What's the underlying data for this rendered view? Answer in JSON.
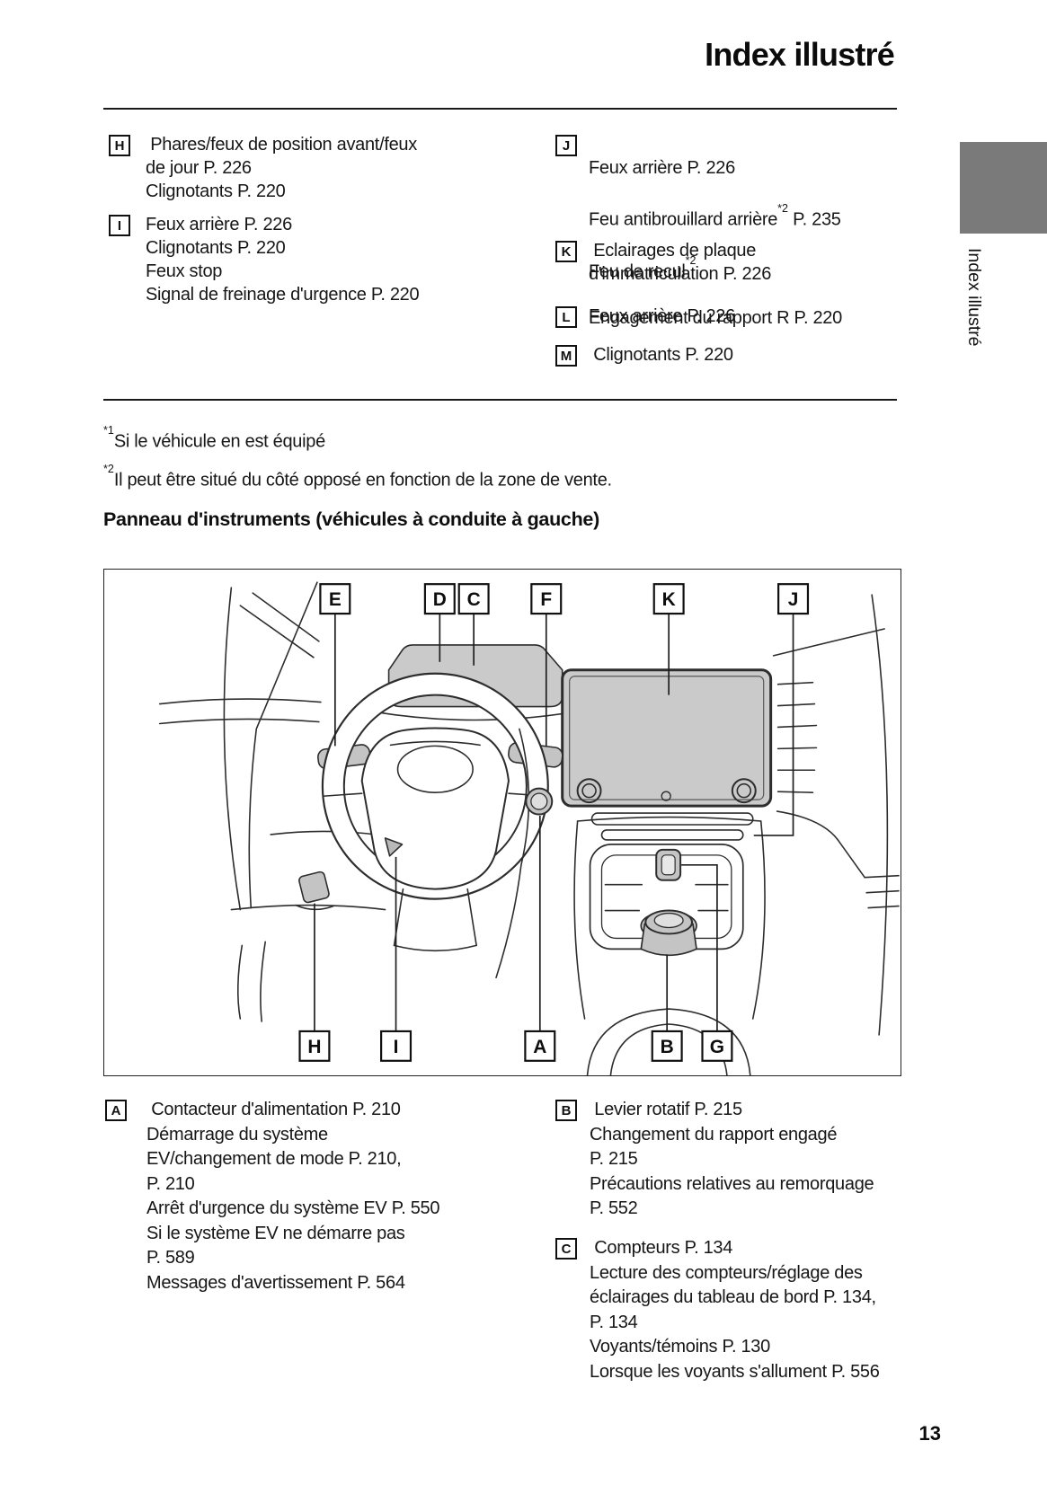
{
  "page": {
    "title": "Index illustré",
    "side_tab_label": "Index illustré",
    "page_number": "13",
    "section_heading": "Panneau d'instruments (véhicules à conduite à gauche)",
    "tab_gray": "#7a7a7a",
    "diagram_fill_gray": "#cacaca"
  },
  "footnotes": [
    {
      "sup": "*1",
      "text": "Si le véhicule en est équipé"
    },
    {
      "sup": "*2",
      "text": "Il peut être situé du côté opposé en fonction de la zone de vente."
    }
  ],
  "legend_top": {
    "h_item": {
      "letter": "H",
      "lines": [
        " Phares/feux de position avant/feux",
        "de jour P. 226",
        "Clignotants P. 220"
      ]
    },
    "i_item": {
      "letter": "I",
      "lines": [
        "Feux arrière P. 226",
        "Clignotants P. 220",
        "Feux stop",
        "Signal de freinage d'urgence P. 220"
      ]
    },
    "j_item": {
      "letter": "J",
      "line1": "Feux arrière P. 226",
      "line2_pre": "Feu antibrouillard arrière",
      "line2_sup": "*2",
      "line2_post": " P. 235",
      "line3_pre": "Feu de recul",
      "line3_sup": "*2",
      "line4": "Engagement du rapport R P. 220"
    },
    "k_item": {
      "letter": "K",
      "lines": [
        " Eclairages de plaque",
        "d'immatriculation P. 226"
      ]
    },
    "l_item": {
      "letter": "L",
      "lines": [
        "Feux arrière P. 226"
      ]
    },
    "m_item": {
      "letter": "M",
      "lines": [
        " Clignotants P. 220"
      ]
    }
  },
  "diagram": {
    "labels_top": [
      "E",
      "D",
      "C",
      "F",
      "K",
      "J"
    ],
    "labels_bottom": [
      "H",
      "I",
      "A",
      "B",
      "G"
    ]
  },
  "legend_bottom": {
    "a_item": {
      "letter": "A",
      "lines": [
        " Contacteur d'alimentation P. 210",
        "Démarrage du système",
        "EV/changement de mode P. 210,",
        "P. 210",
        "Arrêt d'urgence du système EV P. 550",
        "Si le système EV ne démarre pas",
        "P. 589",
        "Messages d'avertissement P. 564"
      ]
    },
    "b_item": {
      "letter": "B",
      "lines": [
        " Levier rotatif P. 215",
        "Changement du rapport engagé",
        "P. 215",
        "Précautions relatives au remorquage",
        "P. 552"
      ]
    },
    "c_item": {
      "letter": "C",
      "lines": [
        " Compteurs P. 134",
        "Lecture des compteurs/réglage des",
        "éclairages du tableau de bord P. 134,",
        "P. 134",
        "Voyants/témoins P. 130",
        "Lorsque les voyants s'allument P. 556"
      ]
    }
  }
}
